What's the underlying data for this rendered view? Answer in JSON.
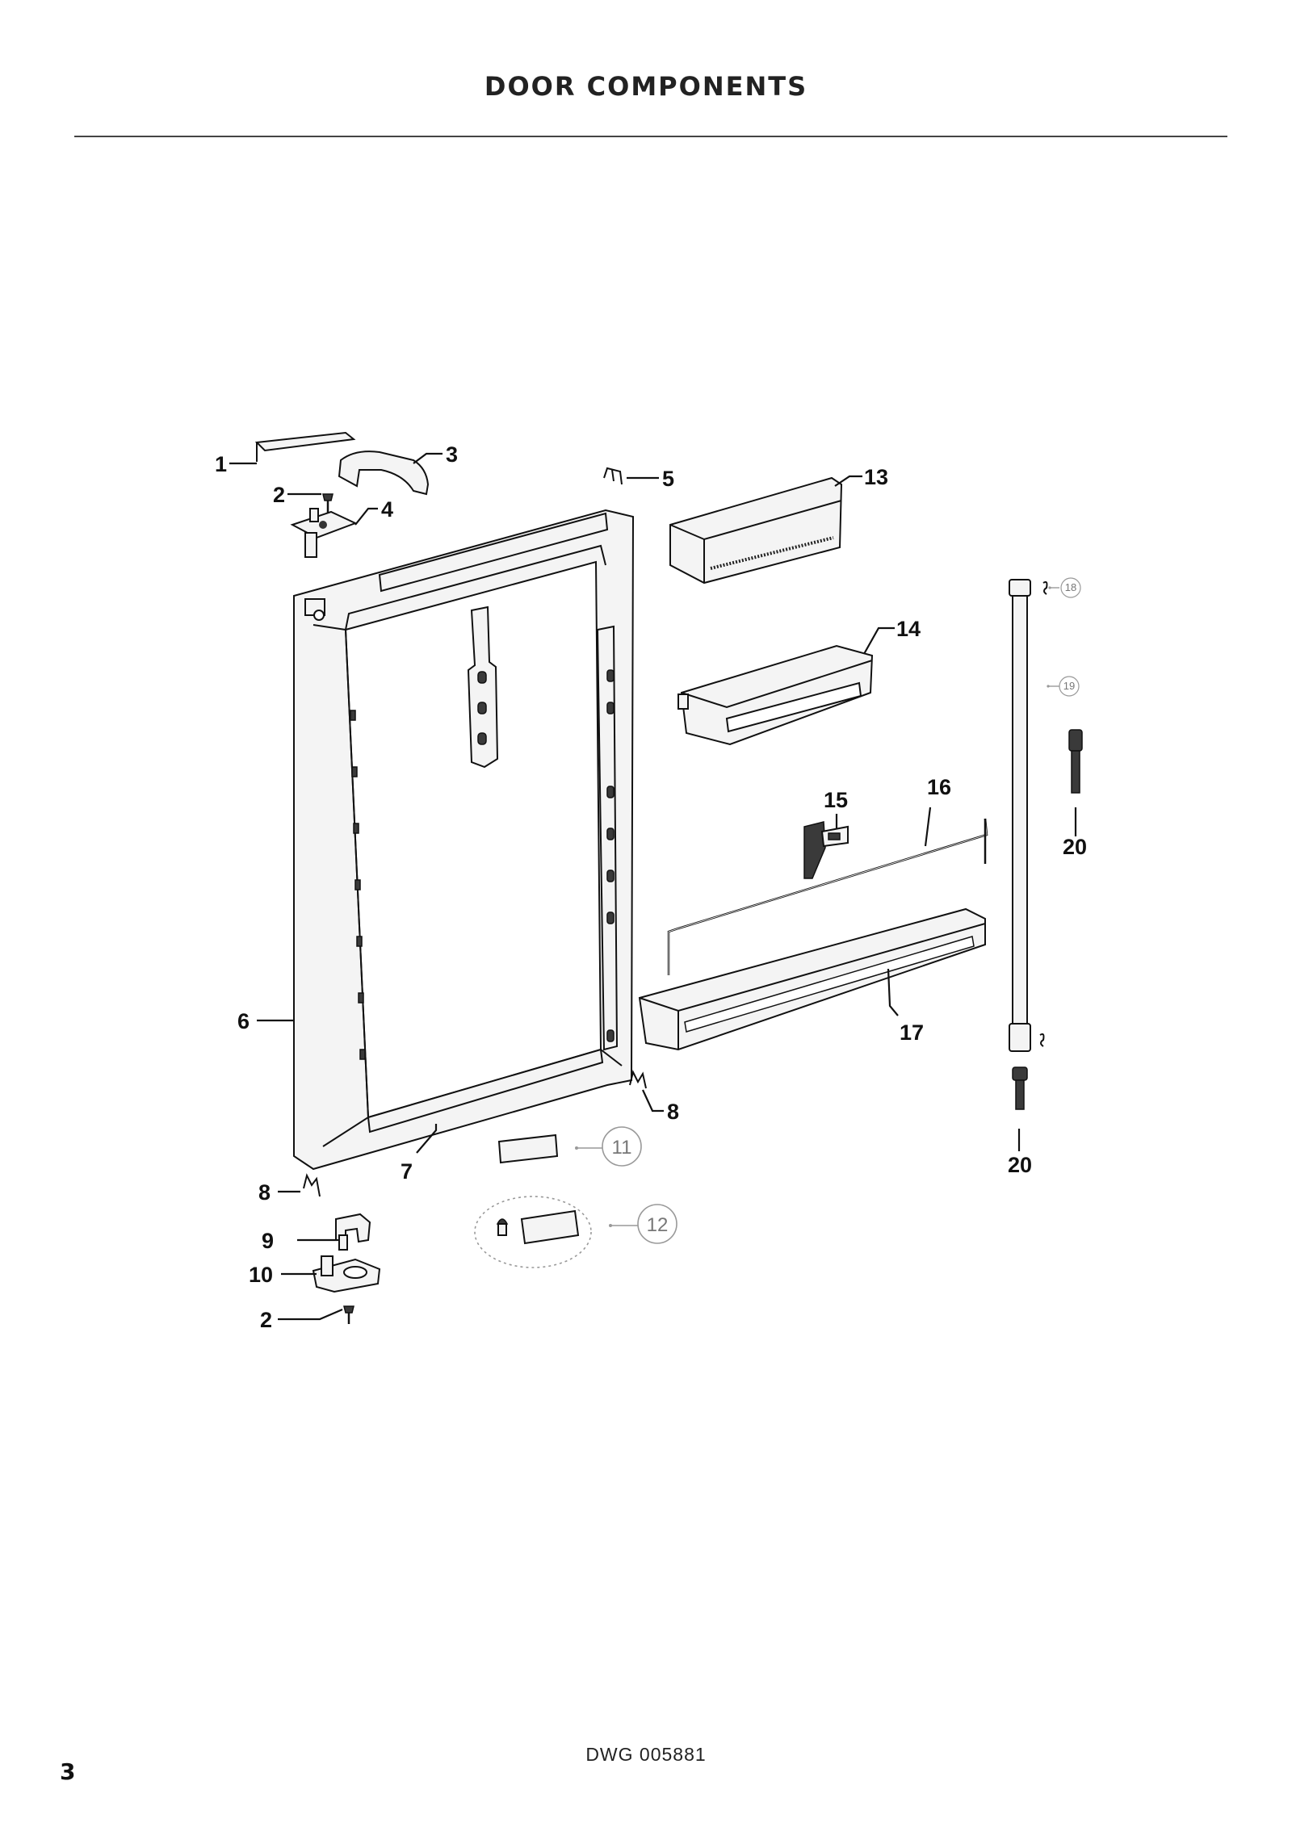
{
  "page": {
    "title": "DOOR COMPONENTS",
    "drawing_number": "DWG 005881",
    "page_number": "3"
  },
  "callouts": {
    "c1": "1",
    "c2a": "2",
    "c3": "3",
    "c4": "4",
    "c5": "5",
    "c6": "6",
    "c7": "7",
    "c8a": "8",
    "c8b": "8",
    "c9": "9",
    "c10": "10",
    "c2b": "2",
    "c11": "11",
    "c12": "12",
    "c13": "13",
    "c14": "14",
    "c15": "15",
    "c16": "16",
    "c17": "17",
    "c18": "18",
    "c19": "19",
    "c20a": "20",
    "c20b": "20"
  }
}
